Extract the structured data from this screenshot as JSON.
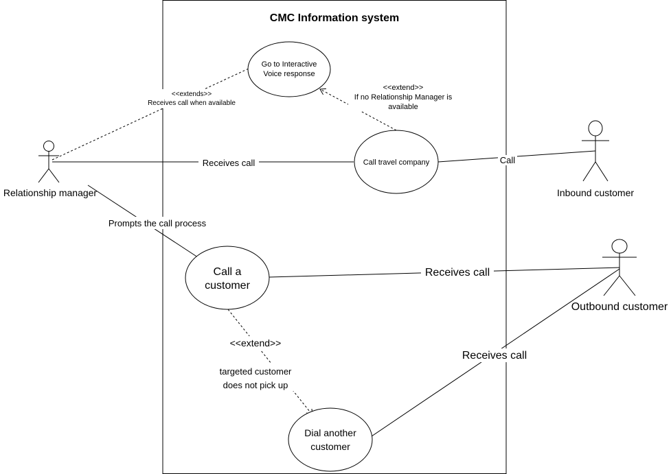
{
  "system": {
    "title": "CMC Information system"
  },
  "actors": {
    "relationship_manager": "Relationship manager",
    "inbound_customer": "Inbound customer",
    "outbound_customer": "Outbound customer"
  },
  "use_cases": {
    "ivr": [
      "Go to Interactive",
      "Voice response"
    ],
    "call_travel_company": "Call travel company",
    "call_customer": [
      "Call a",
      "customer"
    ],
    "dial_another": [
      "Dial another",
      "customer"
    ]
  },
  "labels": {
    "extends_top": "<<extends>>",
    "extends_top_desc": "Receives call when available",
    "extend_ivr": "<<extend>>",
    "extend_ivr_desc": [
      "If no Relationship Manager is",
      "available"
    ],
    "rm_receives_call": "Receives call",
    "inbound_call": "Call",
    "prompts": "Prompts the call process",
    "outbound_receives_call": "Receives call",
    "extend_call": "<<extend>>",
    "extend_call_desc": [
      "targeted customer",
      "does not pick up"
    ],
    "dial_receives_call": "Receives call"
  }
}
